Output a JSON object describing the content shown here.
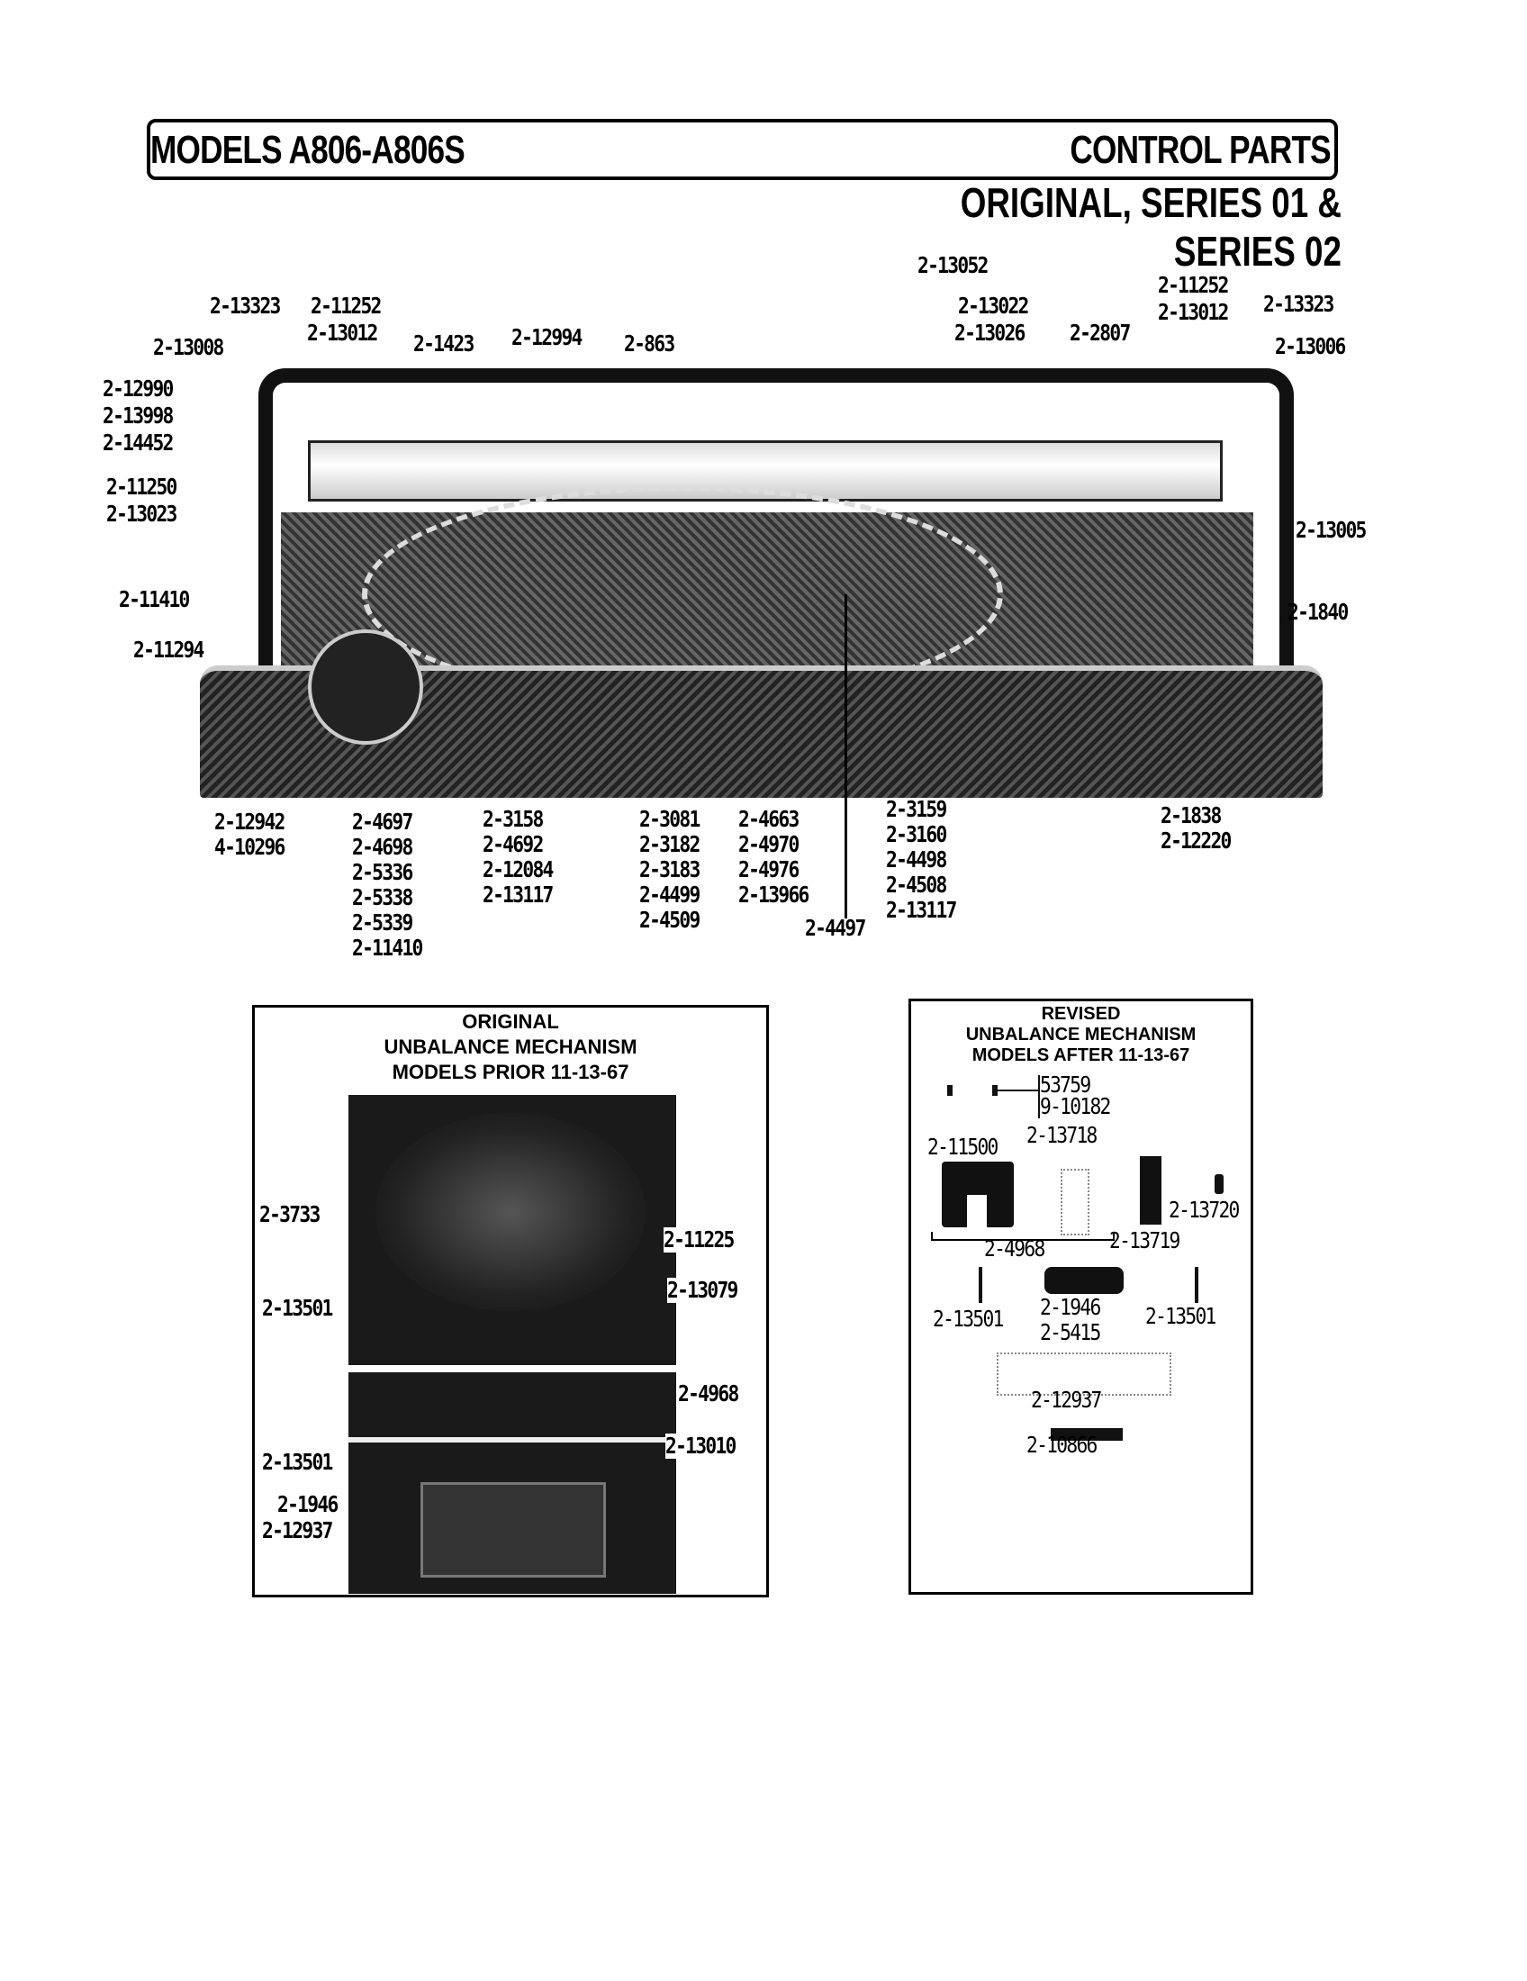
{
  "header": {
    "models": "MODELS  A806-A806S",
    "section": "CONTROL PARTS",
    "subtitle": "ORIGINAL, SERIES 01 & SERIES 02"
  },
  "main_labels": {
    "l13052": "2-13052",
    "l13022": "2-13022",
    "l13026": "2-13026",
    "l2807": "2-2807",
    "r11252": "2-11252",
    "r13012": "2-13012",
    "r13323": "2-13323",
    "r13006": "2-13006",
    "r13005": "2-13005",
    "r1840": "2-1840",
    "l13323": "2-13323",
    "l11252": "2-11252",
    "l13012": "2-13012",
    "l1423": "2-1423",
    "l12994": "2-12994",
    "l863": "2-863",
    "l13008": "2-13008",
    "g1": [
      "2-12990",
      "2-13998",
      "2-14452"
    ],
    "g2": [
      "2-11250",
      "2-13023"
    ],
    "l11410": "2-11410",
    "l11294": "2-11294",
    "b1": [
      "2-12942",
      "4-10296"
    ],
    "b2": [
      "2-4697",
      "2-4698",
      "2-5336",
      "2-5338",
      "2-5339",
      "2-11410"
    ],
    "b3": [
      "2-3158",
      "2-4692",
      "2-12084",
      "2-13117"
    ],
    "b4a": [
      "2-3081",
      "2-3182",
      "2-3183",
      "2-4499",
      "2-4509"
    ],
    "b4b": [
      "2-4663",
      "2-4970",
      "2-4976",
      "2-13966"
    ],
    "b5": "2-4497",
    "b6": [
      "2-3159",
      "2-3160",
      "2-4498",
      "2-4508",
      "2-13117"
    ],
    "b7": [
      "2-1838",
      "2-12220"
    ]
  },
  "original_box": {
    "title": [
      "ORIGINAL",
      "UNBALANCE MECHANISM",
      "MODELS PRIOR 11-13-67"
    ],
    "labels": {
      "a": "2-3733",
      "b": "2-11225",
      "c": "2-13501",
      "d": "2-13079",
      "e": "2-4968",
      "f": "2-13501",
      "g": "2-13010",
      "h": "2-1946",
      "i": "2-12937"
    }
  },
  "revised_box": {
    "title": [
      "REVISED",
      "UNBALANCE  MECHANISM",
      "MODELS AFTER 11-13-67"
    ],
    "labels": {
      "a": "53759",
      "b": "9-10182",
      "c": "2-13718",
      "d": "2-11500",
      "e": "2-4968",
      "f": "2-13720",
      "g": "2-13719",
      "h": "2-13501",
      "i": "2-1946",
      "j": "2-5415",
      "k": "2-13501",
      "l": "2-12937",
      "m": "2-10866"
    }
  }
}
